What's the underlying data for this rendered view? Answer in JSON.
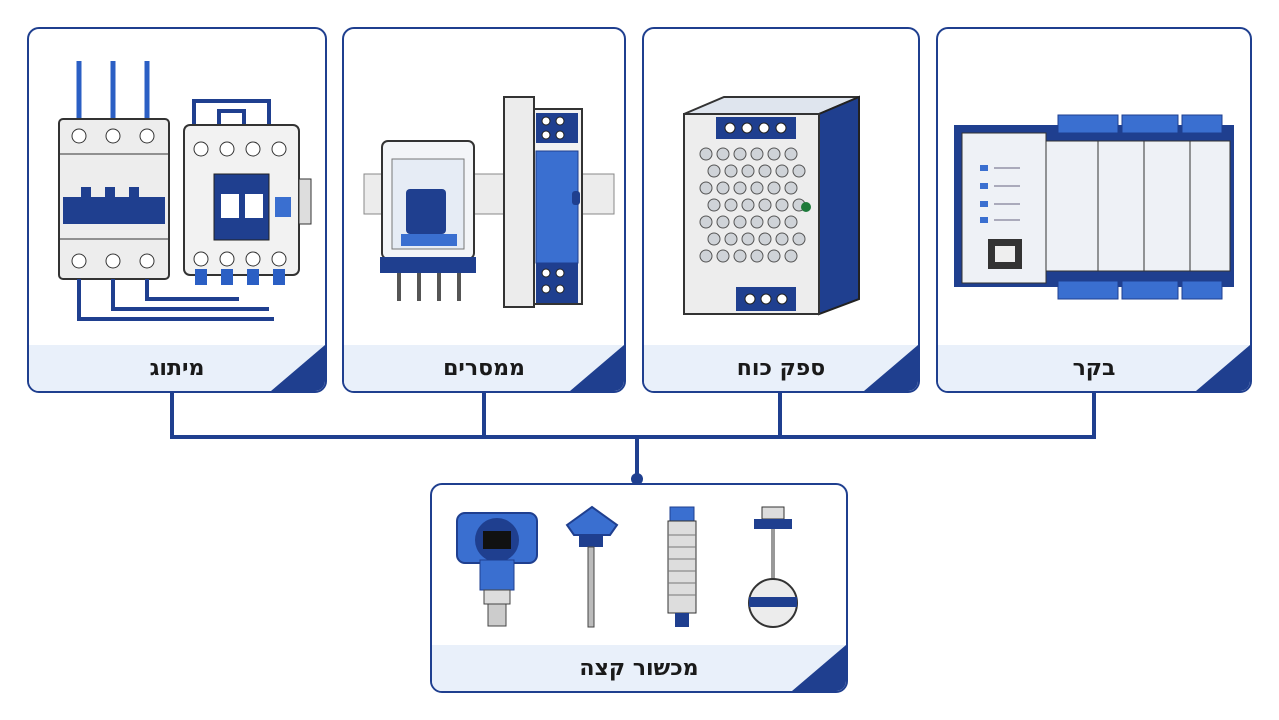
{
  "cards": [
    {
      "id": "switching",
      "label": "מיתוג",
      "illustration": "breaker-and-contactor"
    },
    {
      "id": "relays",
      "label": "ממסרים",
      "illustration": "relay-modules"
    },
    {
      "id": "power",
      "label": "ספק כוח",
      "illustration": "power-supply"
    },
    {
      "id": "controller",
      "label": "בקר",
      "illustration": "plc-controller"
    }
  ],
  "field": {
    "label": "מכשור קצה",
    "devices": [
      "pressure-transmitter-icon",
      "temperature-probe-icon",
      "proximity-sensor-icon",
      "float-switch-icon"
    ]
  },
  "colors": {
    "accent": "#1f3f8f",
    "blue": "#3a6fd0",
    "label_bg": "#e9f0fa"
  }
}
